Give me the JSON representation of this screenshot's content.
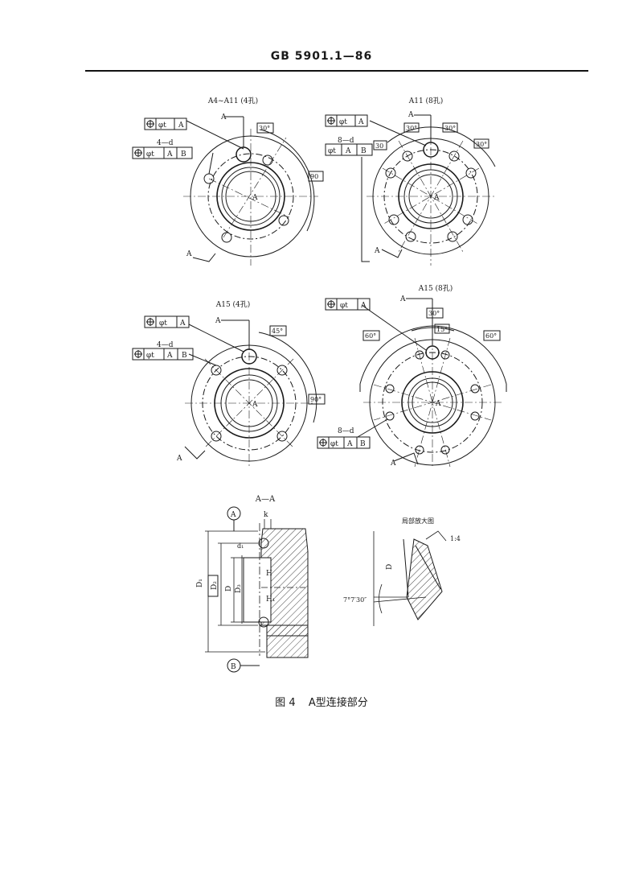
{
  "header": {
    "standard_number": "GB 5901.1—86"
  },
  "views": {
    "a4_a11": {
      "title": "A4~A11 (4孔)",
      "datum_arrow": "A",
      "position_frame": {
        "tol": "φt",
        "datum": "A"
      },
      "holes_label": "4—d",
      "holes_frame": {
        "tol": "φt",
        "datum1": "A",
        "datum2": "B"
      },
      "angle_a": "30°",
      "angle_b": "90",
      "center_label": "A",
      "section_arrow": "A"
    },
    "a11_8": {
      "title": "A11 (8孔)",
      "datum_arrow": "A",
      "position_frame": {
        "tol": "φt",
        "datum": "A"
      },
      "holes_label": "8—d",
      "holes_frame": {
        "tol": "φt",
        "datum1": "A",
        "datum2": "B"
      },
      "angle_a": "30°",
      "angle_b": "30",
      "angle_c": "30°",
      "angle_d": "30°",
      "center_label": "A",
      "section_arrow": "A"
    },
    "a15_4": {
      "title": "A15 (4孔)",
      "datum_arrow": "A",
      "position_frame": {
        "tol": "φt",
        "datum": "A"
      },
      "holes_label": "4—d",
      "holes_frame": {
        "tol": "φt",
        "datum1": "A",
        "datum2": "B"
      },
      "angle_a": "45°",
      "angle_b": "90°",
      "center_label": "A",
      "section_arrow": "A"
    },
    "a15_8": {
      "title": "A15 (8孔)",
      "datum_arrow": "A",
      "position_frame": {
        "tol": "φt",
        "datum": "A"
      },
      "holes_label": "8—d",
      "holes_frame": {
        "tol": "φt",
        "datum1": "A",
        "datum2": "B"
      },
      "angle_a": "30°",
      "angle_b": "15°",
      "angle_c": "60°",
      "angle_d": "60°",
      "center_label": "A",
      "section_arrow": "A"
    }
  },
  "section": {
    "title": "A—A",
    "datum_a": "A",
    "datum_b": "B",
    "dim_k": "k",
    "dim_d1": "d₁",
    "dim_D1": "D₁",
    "dim_D2": "D₂",
    "dim_D": "D",
    "dim_D3": "D₃",
    "dim_H": "H",
    "dim_H1": "H₁"
  },
  "detail": {
    "title": "局部放大图",
    "dim_D": "D",
    "taper": "1:4",
    "angle": "7°7′30″"
  },
  "caption": {
    "figure_no": "图 4",
    "title": "A型连接部分"
  }
}
